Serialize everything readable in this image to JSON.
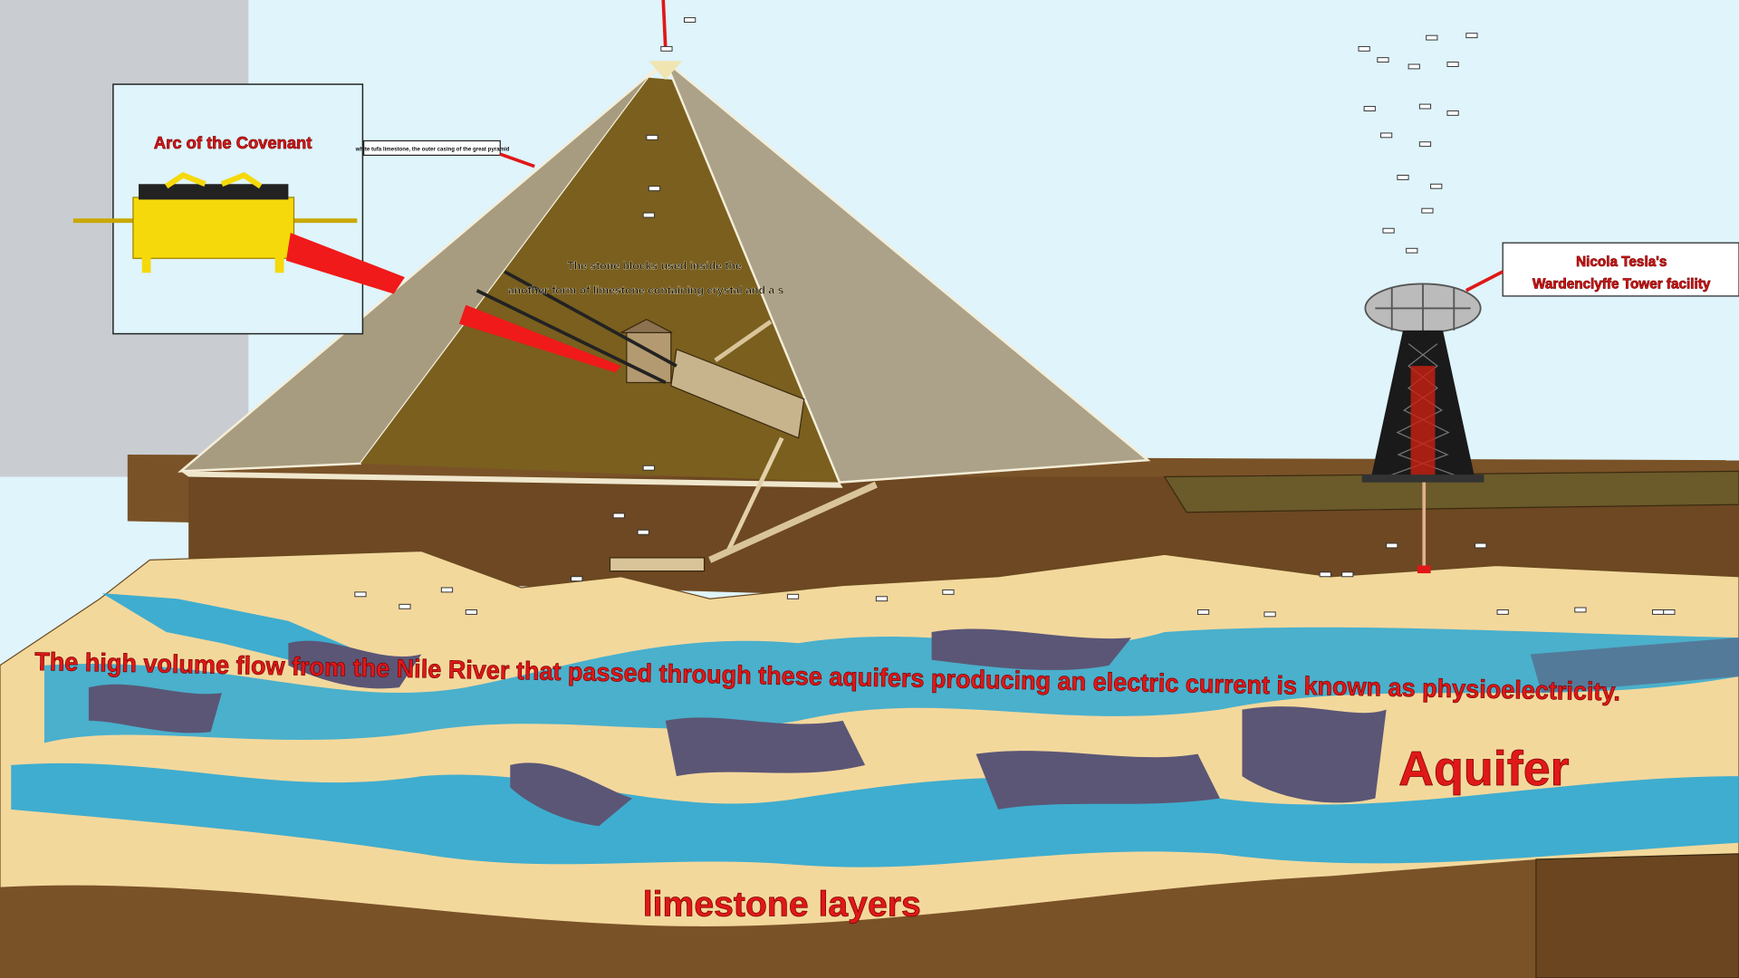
{
  "arc_label": {
    "title": "Arc of the Covenant"
  },
  "casing_label": "white tufa limestone, the outer casing of the great pyramid",
  "pyramid_text": {
    "line1": "The stone blocks used inside the",
    "line2": "another form of limestone containing crystal and a s"
  },
  "tesla_label": {
    "line1": "Nicola Tesla's",
    "line2": "Wardenclyffe Tower facility"
  },
  "caption": "The high volume flow from the Nile River that passed through these aquifers producing an electric current is known as physioelectricity.",
  "aquifer_label": "Aquifer",
  "limestone_label": "limestone layers",
  "colors": {
    "sky": "#dff4fb",
    "red_text": "#e01818",
    "water": "#1fa6d8",
    "limestone": "#f3d89c",
    "earth": "#7a5228"
  }
}
